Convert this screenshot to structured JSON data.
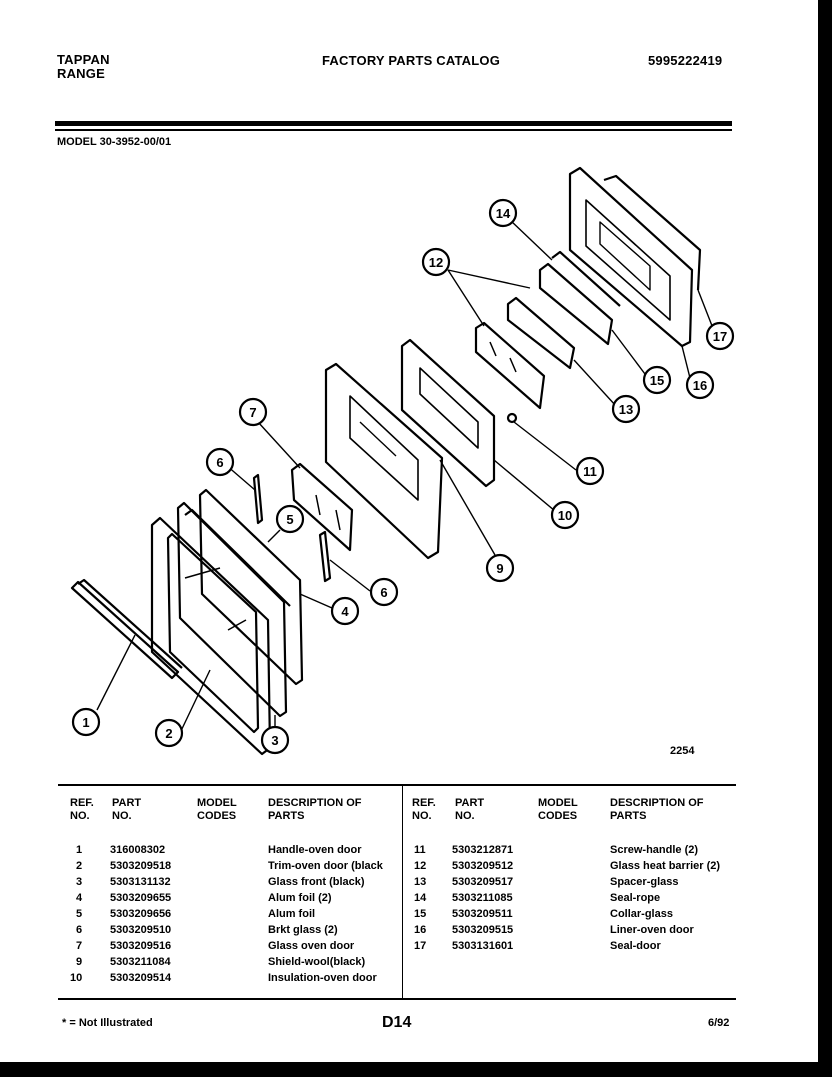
{
  "header": {
    "brand_line1": "TAPPAN",
    "brand_line2": "RANGE",
    "title": "FACTORY PARTS CATALOG",
    "catalog_no": "5995222419"
  },
  "model_label": "MODEL 30-3952-00/01",
  "diagram": {
    "code": "2254",
    "callouts": [
      "1",
      "2",
      "3",
      "4",
      "5",
      "6",
      "6",
      "7",
      "9",
      "10",
      "11",
      "12",
      "13",
      "14",
      "15",
      "16",
      "17"
    ]
  },
  "table": {
    "headers": {
      "ref": "REF. NO.",
      "part": "PART NO.",
      "model": "MODEL CODES",
      "desc": "DESCRIPTION OF PARTS"
    },
    "left_rows": [
      {
        "ref": "1",
        "part": "316008302",
        "desc": "Handle-oven door"
      },
      {
        "ref": "2",
        "part": "5303209518",
        "desc": "Trim-oven door (black"
      },
      {
        "ref": "3",
        "part": "5303131132",
        "desc": "Glass front (black)"
      },
      {
        "ref": "4",
        "part": "5303209655",
        "desc": "Alum foil (2)"
      },
      {
        "ref": "5",
        "part": "5303209656",
        "desc": "Alum foil"
      },
      {
        "ref": "6",
        "part": "5303209510",
        "desc": "Brkt glass (2)"
      },
      {
        "ref": "7",
        "part": "5303209516",
        "desc": "Glass oven door"
      },
      {
        "ref": "9",
        "part": "5303211084",
        "desc": "Shield-wool(black)"
      },
      {
        "ref": "10",
        "part": "5303209514",
        "desc": "Insulation-oven door"
      }
    ],
    "right_rows": [
      {
        "ref": "11",
        "part": "5303212871",
        "desc": "Screw-handle (2)"
      },
      {
        "ref": "12",
        "part": "5303209512",
        "desc": "Glass heat barrier (2)"
      },
      {
        "ref": "13",
        "part": "5303209517",
        "desc": "Spacer-glass"
      },
      {
        "ref": "14",
        "part": "5303211085",
        "desc": "Seal-rope"
      },
      {
        "ref": "15",
        "part": "5303209511",
        "desc": "Collar-glass"
      },
      {
        "ref": "16",
        "part": "5303209515",
        "desc": "Liner-oven door"
      },
      {
        "ref": "17",
        "part": "5303131601",
        "desc": "Seal-door"
      }
    ]
  },
  "footer": {
    "note": "* = Not Illustrated",
    "page": "D14",
    "date": "6/92"
  }
}
